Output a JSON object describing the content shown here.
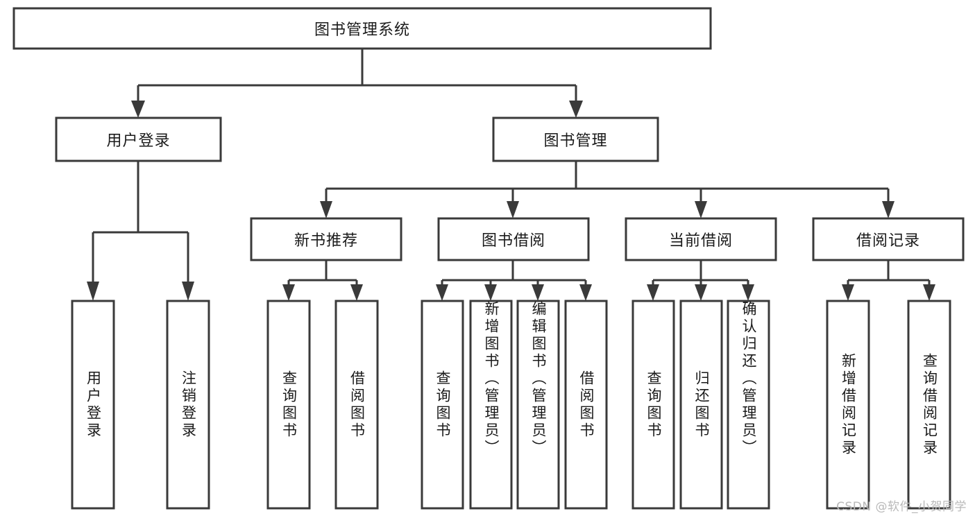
{
  "diagram": {
    "type": "tree",
    "title_node": {
      "id": "root",
      "label": "图书管理系统"
    },
    "colors": {
      "box_stroke": "#3a3a3a",
      "box_fill": "#ffffff",
      "connector": "#3a3a3a",
      "text": "#1a1a1a",
      "watermark": "#b9b9b9",
      "background": "#ffffff"
    },
    "level2": [
      {
        "id": "user-login",
        "label": "用户登录"
      },
      {
        "id": "book-manage",
        "label": "图书管理"
      }
    ],
    "level3": [
      {
        "id": "new-book-recommend",
        "label": "新书推荐",
        "parent": "book-manage"
      },
      {
        "id": "book-borrow",
        "label": "图书借阅",
        "parent": "book-manage"
      },
      {
        "id": "current-borrow",
        "label": "当前借阅",
        "parent": "book-manage"
      },
      {
        "id": "borrow-record",
        "label": "借阅记录",
        "parent": "book-manage"
      }
    ],
    "leaves": {
      "user-login": [
        {
          "id": "leaf-user-login",
          "label": "用户登录"
        },
        {
          "id": "leaf-user-logout",
          "label": "注销登录"
        }
      ],
      "new-book-recommend": [
        {
          "id": "leaf-query-book-1",
          "label": "查询图书"
        },
        {
          "id": "leaf-borrow-book-1",
          "label": "借阅图书"
        }
      ],
      "book-borrow": [
        {
          "id": "leaf-query-book-2",
          "label": "查询图书"
        },
        {
          "id": "leaf-add-book",
          "label": "新增图书（管理员）"
        },
        {
          "id": "leaf-edit-book",
          "label": "编辑图书（管理员）"
        },
        {
          "id": "leaf-borrow-book-2",
          "label": "借阅图书"
        }
      ],
      "current-borrow": [
        {
          "id": "leaf-query-book-3",
          "label": "查询图书"
        },
        {
          "id": "leaf-return-book",
          "label": "归还图书"
        },
        {
          "id": "leaf-confirm-return",
          "label": "确认归还（管理员）"
        }
      ],
      "borrow-record": [
        {
          "id": "leaf-add-record",
          "label": "新增借阅记录"
        },
        {
          "id": "leaf-query-record",
          "label": "查询借阅记录"
        }
      ]
    }
  },
  "watermark": {
    "text": "CSDN @软件_小贺同学"
  }
}
